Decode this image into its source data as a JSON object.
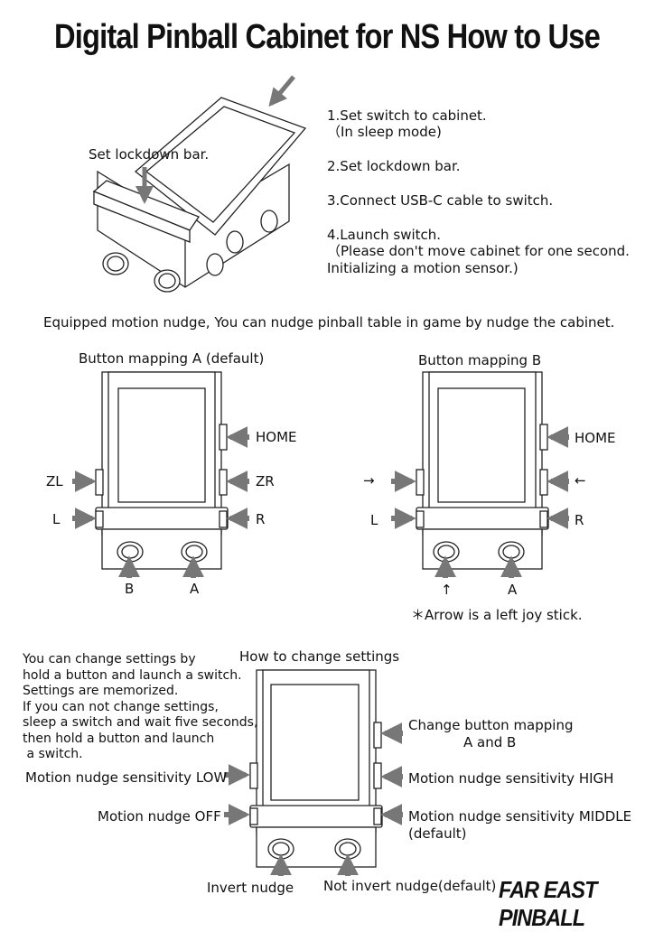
{
  "title": "Digital Pinball Cabinet for NS How to Use",
  "setup": {
    "lockdown_label": "Set lockdown bar.",
    "steps": [
      "1.Set switch to cabinet.",
      "（In sleep mode)",
      "2.Set lockdown bar.",
      "3.Connect USB-C cable to switch.",
      "4.Launch switch.",
      "（Please don't move cabinet for one second.",
      "Initializing a motion sensor.)"
    ]
  },
  "nudge_note": "Equipped motion nudge, You can nudge pinball table in game by nudge the cabinet.",
  "mapping_a": {
    "title": "Button mapping A (default)",
    "home": "HOME",
    "left_side": "ZL",
    "right_side": "ZR",
    "left_lower": "L",
    "right_lower": "R",
    "bottom_left": "B",
    "bottom_right": "A"
  },
  "mapping_b": {
    "title": "Button mapping B",
    "home": "HOME",
    "left_side": "→",
    "right_side": "←",
    "left_lower": "L",
    "right_lower": "R",
    "bottom_left": "↑",
    "bottom_right": "A",
    "note": "＊Arrow is a left joy stick."
  },
  "settings": {
    "title": "How to change settings",
    "intro": [
      "You can change settings by",
      "hold a button and launch a switch.",
      "Settings are memorized.",
      "If you can not change settings,",
      "sleep a switch and wait five seconds,",
      "then hold a button and launch",
      " a switch."
    ],
    "change_mapping": "Change button mapping",
    "change_mapping_2": "A and B",
    "sens_low": "Motion nudge sensitivity LOW",
    "sens_high": "Motion nudge sensitivity HIGH",
    "nudge_off": "Motion nudge OFF",
    "sens_middle": "Motion nudge sensitivity MIDDLE",
    "sens_middle_2": "(default)",
    "invert": "Invert nudge",
    "not_invert": "Not invert nudge(default)"
  },
  "brand": "FAR EAST PINBALL"
}
